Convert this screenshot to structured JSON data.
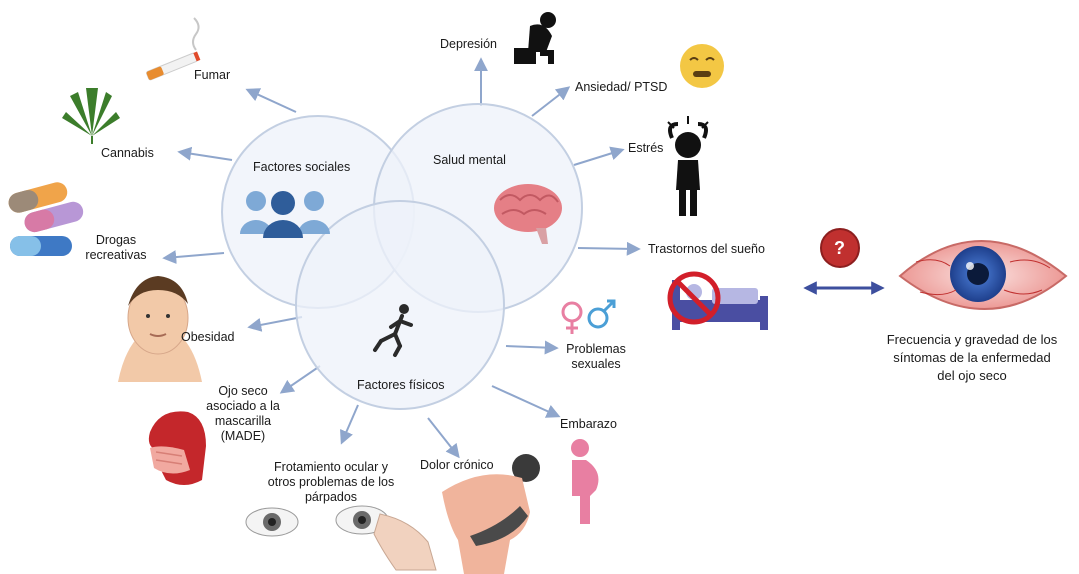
{
  "circles": {
    "social": "Factores sociales",
    "mental": "Salud mental",
    "physical": "Factores físicos"
  },
  "factors": {
    "fumar": "Fumar",
    "cannabis": "Cannabis",
    "drogas": [
      "Drogas",
      "recreativas"
    ],
    "obesidad": "Obesidad",
    "made": [
      "Ojo seco",
      "asociado a la",
      "mascarilla",
      "(MADE)"
    ],
    "frotamiento": [
      "Frotamiento ocular y",
      "otros problemas de los",
      "párpados"
    ],
    "dolor": "Dolor crónico",
    "embarazo": "Embarazo",
    "sexuales": [
      "Problemas",
      "sexuales"
    ],
    "sueno": "Trastornos del sueño",
    "estres": "Estrés",
    "ansiedad": "Ansiedad/ PTSD",
    "depresion": "Depresión"
  },
  "question_mark": "?",
  "outcome": [
    "Frecuencia y gravedad de los",
    "síntomas de la enfermedad",
    "del ojo seco"
  ],
  "colors": {
    "circle_stroke": "#c3cfe2",
    "circle_fill": "#eef2fa",
    "arrow": "#8fa6cc",
    "double_arrow": "#3d4f9e",
    "question_badge": "#c0302f",
    "people_icon": "#2f5d9a",
    "brain": "#e57f86",
    "gender_female": "#e87fa2",
    "gender_male": "#4b9fd6",
    "bed": "#4a4ea2",
    "no_sign": "#d21f2a",
    "mask": "#c4272b",
    "skin": "#f2c9a8",
    "eye_red": "#e06a6a",
    "iris": "#2c58b6"
  },
  "icons": [
    "cigarette-icon",
    "cannabis-leaf-icon",
    "pills-icon",
    "obese-person-icon",
    "face-mask-icon",
    "eye-rubbing-icon",
    "chronic-pain-person-icon",
    "pregnant-woman-icon",
    "gender-symbols-icon",
    "no-sleep-bed-icon",
    "stressed-person-icon",
    "anxious-emoji-icon",
    "depressed-person-icon",
    "people-group-icon",
    "brain-icon",
    "running-person-icon",
    "red-eye-icon",
    "question-badge-icon"
  ]
}
